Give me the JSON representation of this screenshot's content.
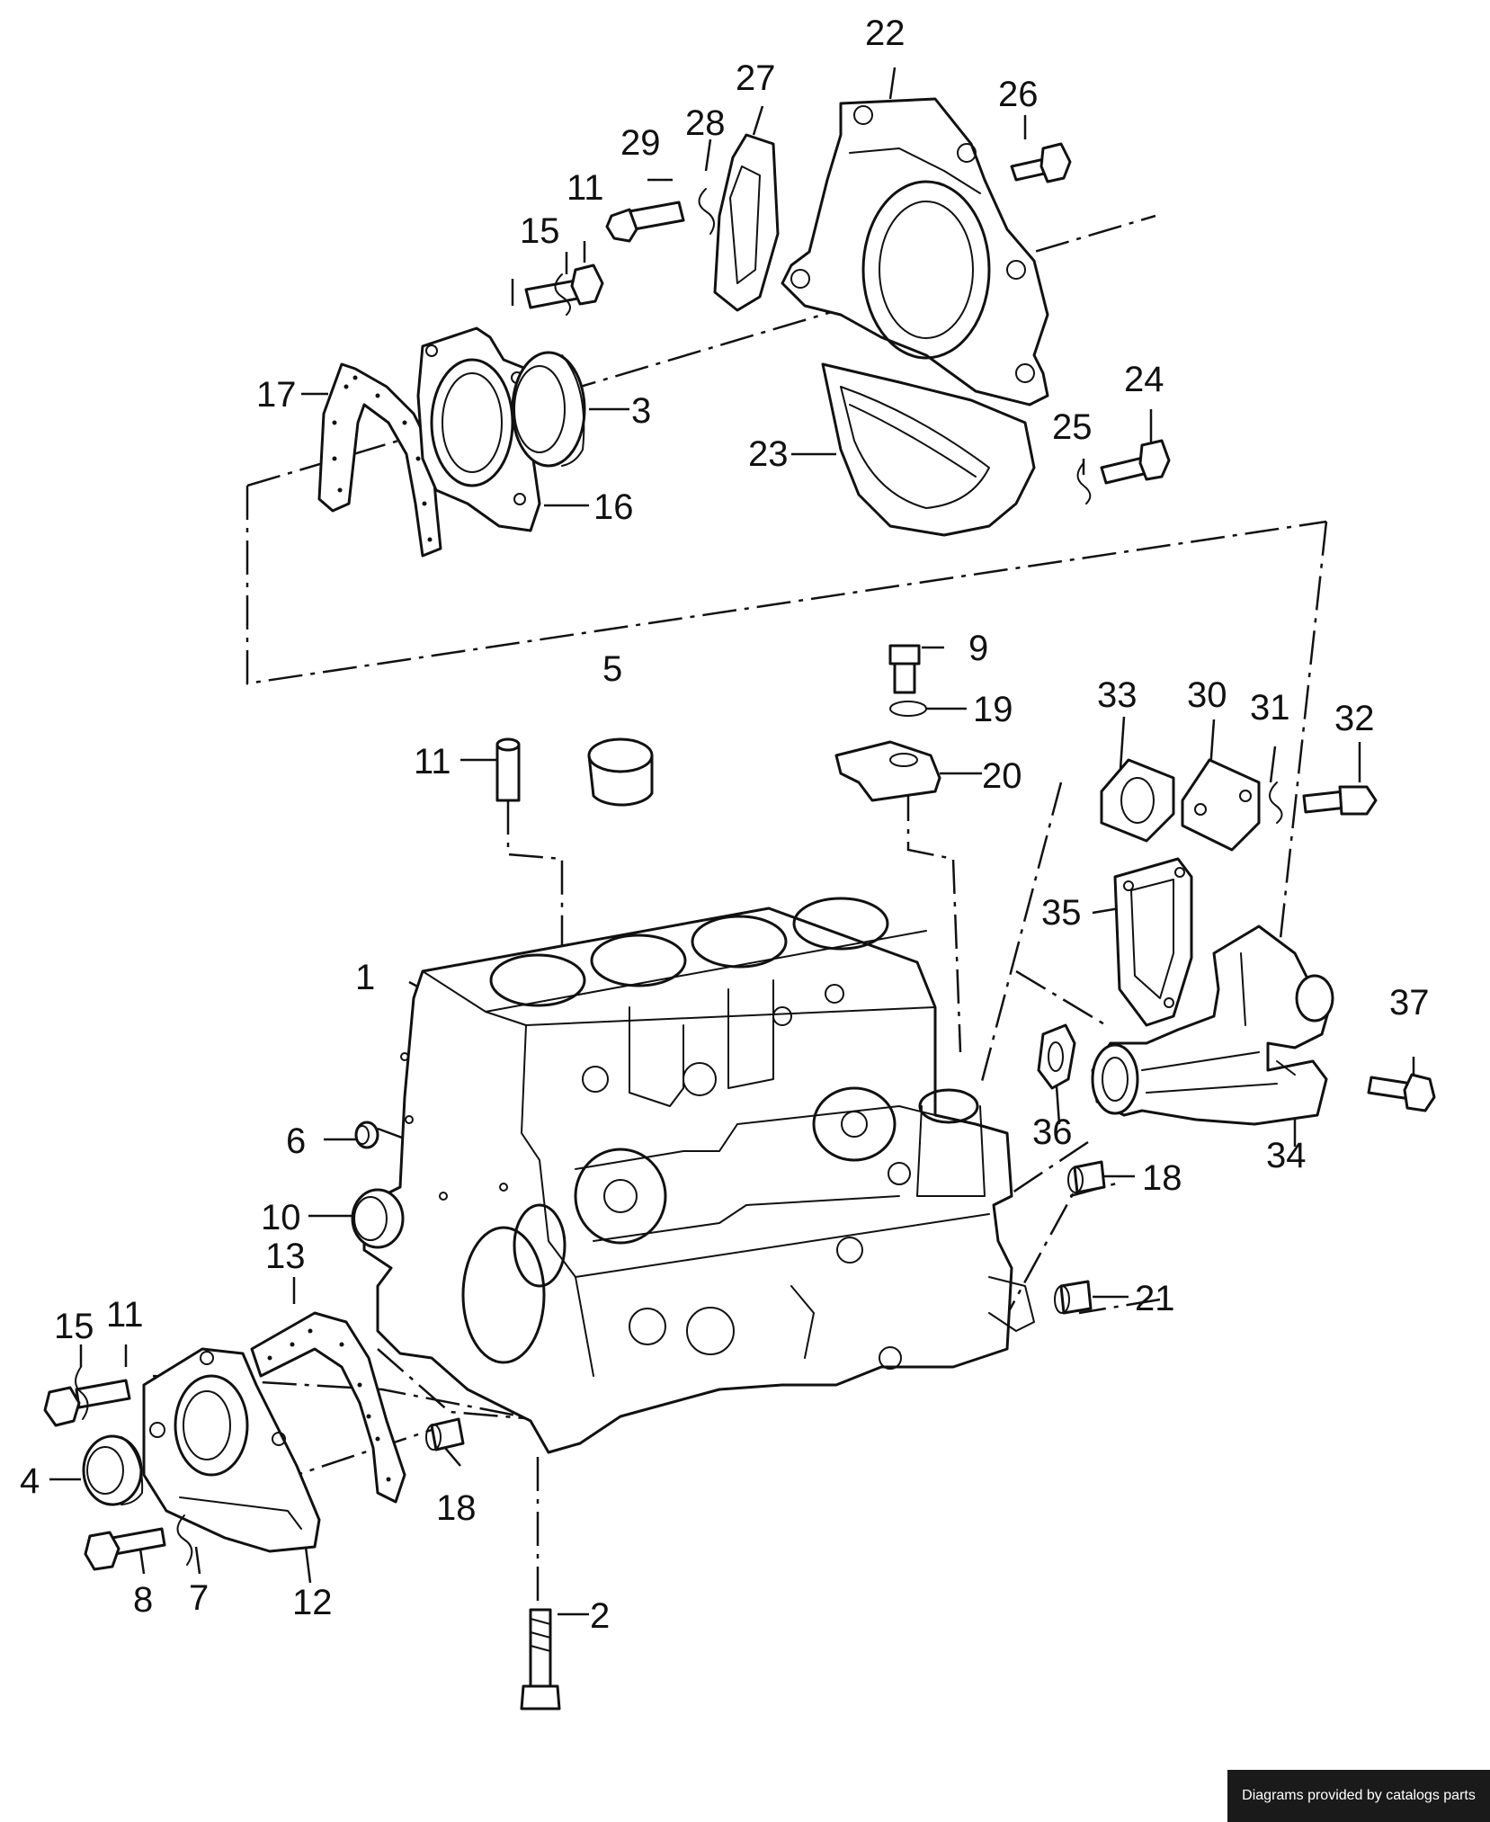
{
  "callouts": {
    "c22": "22",
    "c27": "27",
    "c26": "26",
    "c29": "29",
    "c28": "28",
    "c11_top": "11",
    "c15_top": "15",
    "c17": "17",
    "c3": "3",
    "c16": "16",
    "c23": "23",
    "c24": "24",
    "c25": "25",
    "c5": "5",
    "c9": "9",
    "c19": "19",
    "c20": "20",
    "c11_mid": "11",
    "c33": "33",
    "c30": "30",
    "c31": "31",
    "c32": "32",
    "c35": "35",
    "c1": "1",
    "c37": "37",
    "c6": "6",
    "c36": "36",
    "c34": "34",
    "c18_right": "18",
    "c10": "10",
    "c13": "13",
    "c21": "21",
    "c15_bot": "15",
    "c11_bot": "11",
    "c4": "4",
    "c18_bot": "18",
    "c8": "8",
    "c7": "7",
    "c12": "12",
    "c2": "2"
  },
  "footer": {
    "credit": "Diagrams provided by catalogs parts"
  }
}
